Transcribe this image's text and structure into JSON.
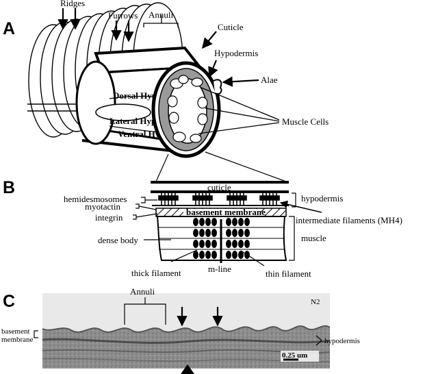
{
  "panels": {
    "a": {
      "letter": "A",
      "labels": {
        "ridges": "Ridges",
        "furrows": "Furrows",
        "annuli": "Annuli",
        "cuticle": "Cuticle",
        "hypodermis": "Hypodermis",
        "alae": "Alae",
        "muscle_cells": "Muscle Cells",
        "dorsal_hyp": "Dorsal Hyp",
        "lateral_hyp": "Lateral Hyp",
        "ventral_hyp": "Ventral Hyp"
      }
    },
    "b": {
      "letter": "B",
      "labels": {
        "cuticle": "cuticle",
        "hemidesmosomes": "hemidesmosomes",
        "myotactin": "myotactin",
        "integrin": "integrin",
        "basement_membrane": "basement membrane",
        "hypodermis": "hypodermis",
        "intermediate_filaments": "intermediate filaments (MH4)",
        "dense_body": "dense body",
        "muscle": "muscle",
        "thick_filament": "thick filament",
        "m_line": "m-line",
        "thin_filament": "thin filament"
      }
    },
    "c": {
      "letter": "C",
      "labels": {
        "annuli": "Annuli",
        "strain": "N2",
        "basement_membrane_line1": "basement",
        "basement_membrane_line2": "membrane",
        "hypodermis": "hypodermis",
        "scale_bar": "0.25 um"
      }
    }
  }
}
